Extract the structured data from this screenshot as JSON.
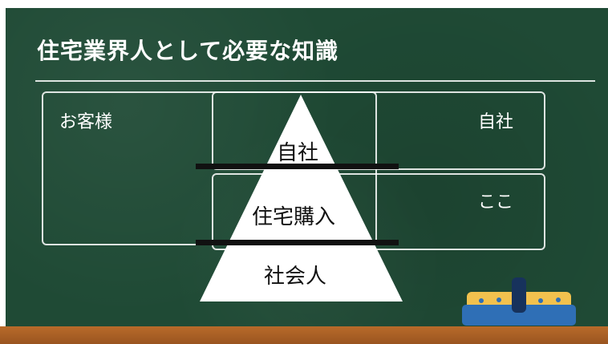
{
  "slide": {
    "title": "住宅業界人として必要な知識",
    "left_box_label": "お客様",
    "right_top_label": "自社",
    "right_bottom_label": "ここ",
    "pyramid": {
      "top": "自社",
      "middle": "住宅購入",
      "bottom": "社会人"
    }
  },
  "colors": {
    "board": "#1f4a35",
    "rail": "#b86b2a",
    "chalk": "#ffffff",
    "eraser_top": "#f2c14e",
    "eraser_body": "#2f6fb6"
  },
  "icons": {
    "eraser": "chalkboard-eraser-icon"
  }
}
